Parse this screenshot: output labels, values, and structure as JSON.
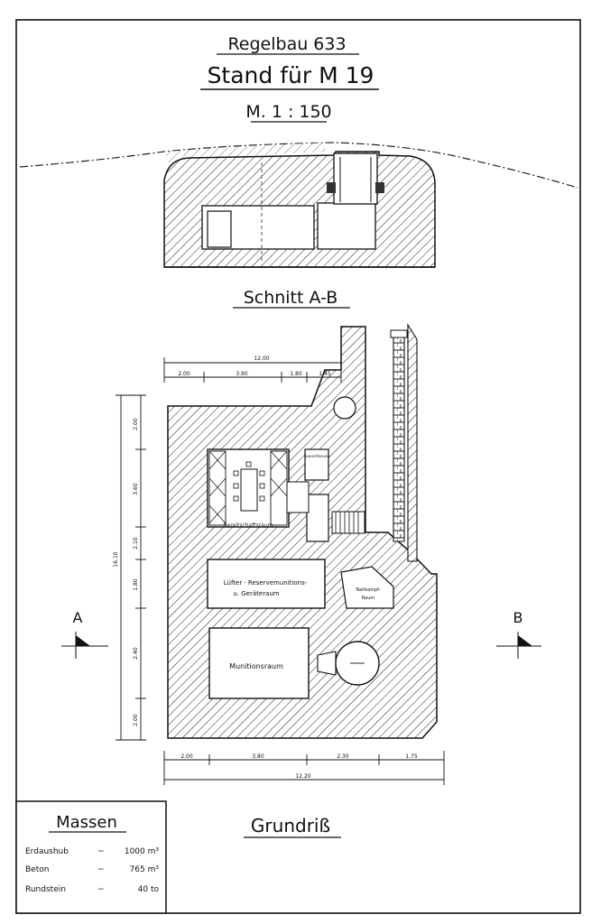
{
  "title": {
    "line1": "Regelbau 633",
    "line2": "Stand für M 19",
    "scale": "M. 1 : 150"
  },
  "section": {
    "label": "Schnitt A-B"
  },
  "plan": {
    "label": "Grundriß",
    "rooms": {
      "bereitschaft": "Bereitschaftsraum",
      "luefter_line1": "Lüfter · Reservemunitions-",
      "luefter_line2": "u. Geräteraum",
      "munition": "Munitionsraum",
      "gasschleuse": "Gasschleuse",
      "kampf_line1": "Nahkampf-",
      "kampf_line2": "Raum"
    },
    "dims_top": {
      "total": "12.00",
      "a": "2.00",
      "b": "3.90",
      "c": "1.80",
      "d": "1.45"
    },
    "dims_bottom": {
      "a": "2.00",
      "b": "3.80",
      "c": "2.30",
      "d": "1.75",
      "total": "12.20"
    },
    "dims_left": {
      "total": "16.10",
      "a": "2.00",
      "b": "3.60",
      "c": "2.10",
      "d": "1.80",
      "e": "2.40",
      "f": "2.00"
    },
    "marker_a": "A",
    "marker_b": "B"
  },
  "massen": {
    "title": "Massen",
    "rows": [
      {
        "label": "Erdaushub",
        "sep": "~",
        "value": "1000 m³"
      },
      {
        "label": "Beton",
        "sep": "~",
        "value": "765 m³"
      },
      {
        "label": "Rundstein",
        "sep": "~",
        "value": "40 to"
      }
    ]
  }
}
